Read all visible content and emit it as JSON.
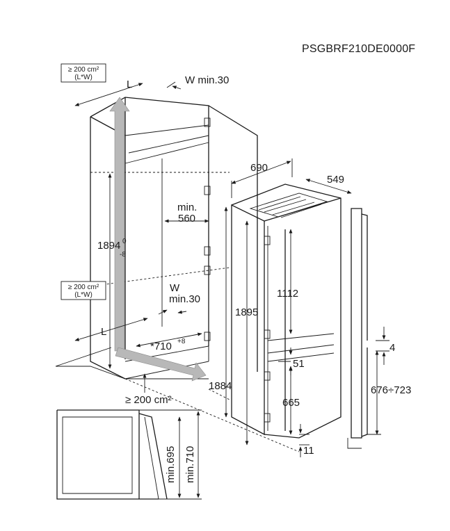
{
  "model_code": "PSGBRF210DE0000F",
  "vent_note_top": {
    "line1": "≥ 200 cm²",
    "line2": "(L*W)"
  },
  "vent_note_mid": {
    "line1": "≥ 200 cm²",
    "line2": "(L*W)"
  },
  "vent_bottom": "≥ 200 cm²",
  "labels": {
    "L_top": "L",
    "W_top": "W min.30",
    "min560_line1": "min.",
    "min560_line2": "560",
    "h1894": "1894",
    "h1894_sup": "0",
    "h1894_sub": "-8",
    "W_mid_line1": "W",
    "W_mid_line2": "min.30",
    "L_bottom": "L",
    "depth710": "*710",
    "depth710_sup": "+8",
    "w690": "690",
    "d549": "549",
    "h1895": "1895",
    "h1112": "1112",
    "h1884": "1884",
    "g51": "51",
    "h665": "665",
    "g11": "11",
    "g4": "4",
    "door_range": "676÷723",
    "min695": "min.695",
    "min710": "min.710"
  },
  "colors": {
    "ink": "#1a1a1a",
    "airflow": "#b8b8b8",
    "niche_fill": "#f1f1f1"
  }
}
